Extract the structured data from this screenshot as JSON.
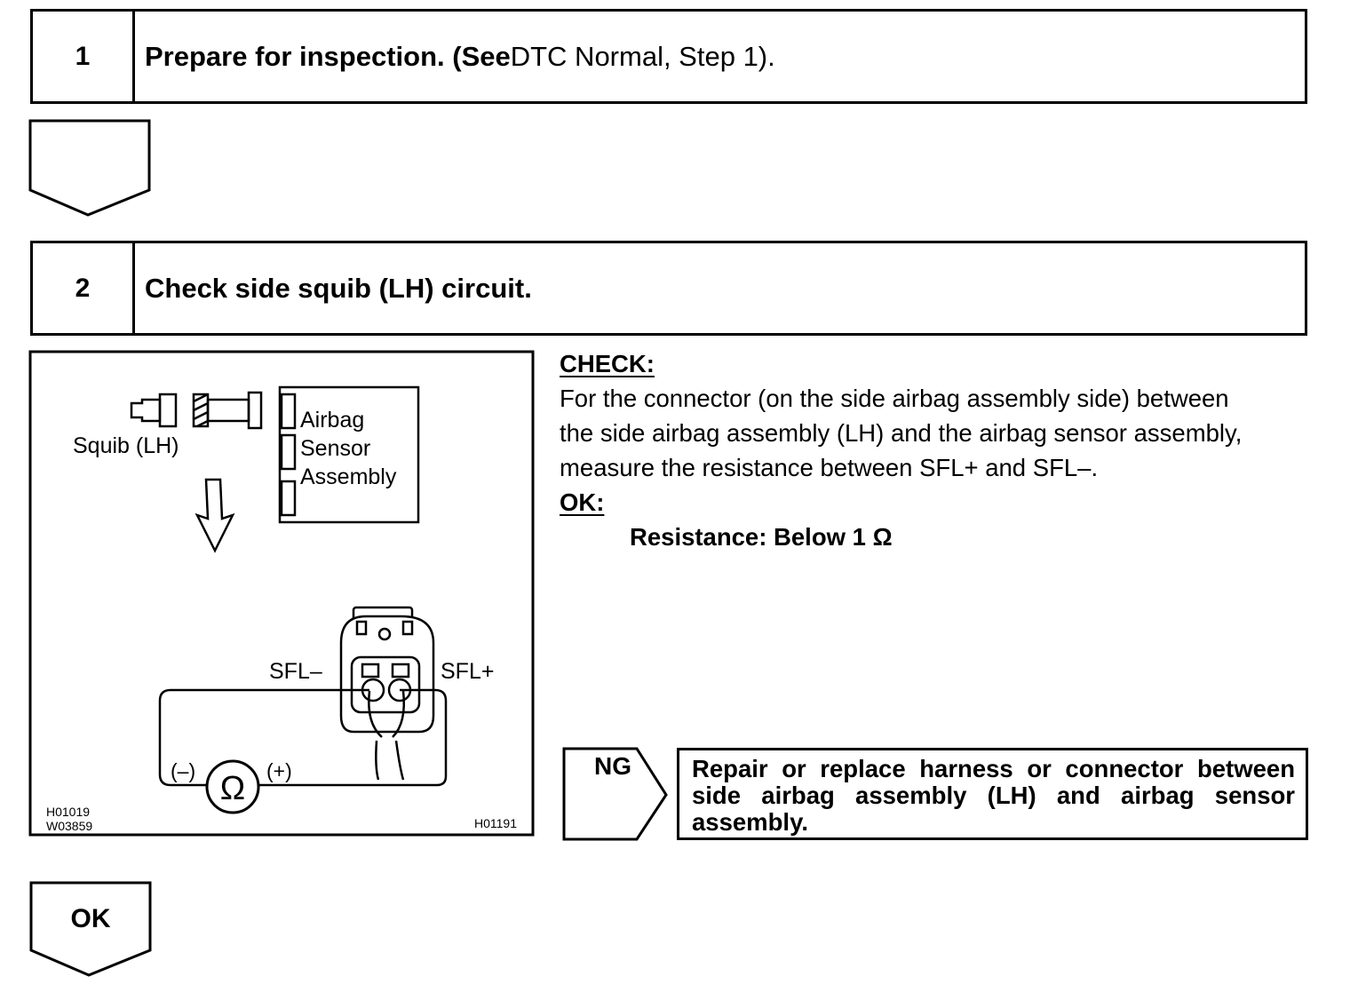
{
  "step1": {
    "number": "1",
    "title_bold": "Prepare for inspection. (See",
    "title_rest": " DTC Normal, Step 1)."
  },
  "step2": {
    "number": "2",
    "title": "Check side squib (LH) circuit."
  },
  "figure": {
    "label_squib": "Squib (LH)",
    "label_airbag_1": "Airbag",
    "label_airbag_2": "Sensor",
    "label_airbag_3": "Assembly",
    "label_sfl_minus": "SFL–",
    "label_sfl_plus": "SFL+",
    "label_minus": "(–)",
    "label_plus": "(+)",
    "ohm_symbol": "Ω",
    "code_1": "H01019",
    "code_2": "W03859",
    "code_3": "H01191"
  },
  "check": {
    "heading": "CHECK:",
    "line1": "For the connector (on the side airbag assembly side) between",
    "line2": "the side airbag assembly (LH) and the airbag sensor assembly,",
    "line3": "measure the resistance between SFL+ and SFL–.",
    "ok_heading": "OK:",
    "spec": "Resistance: Below 1 Ω"
  },
  "ng": {
    "label": "NG",
    "message": "Repair or replace harness or connector between side airbag assembly (LH) and airbag sensor assembly."
  },
  "ok_arrow": {
    "label": "OK"
  }
}
